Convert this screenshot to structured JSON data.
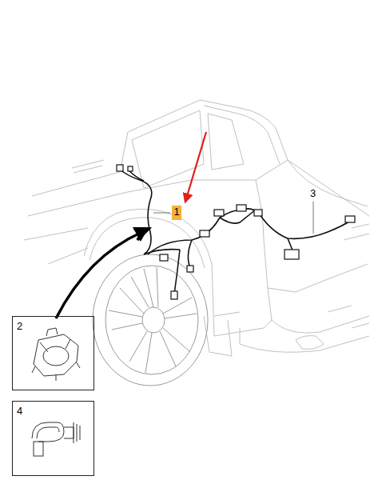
{
  "diagram": {
    "nodes": [
      {
        "text": [
          "1"
        ]
      },
      {
        "text": [
          "2"
        ]
      },
      {
        "text": [
          "4"
        ]
      }
    ],
    "labels": [
      "3"
    ]
  }
}
